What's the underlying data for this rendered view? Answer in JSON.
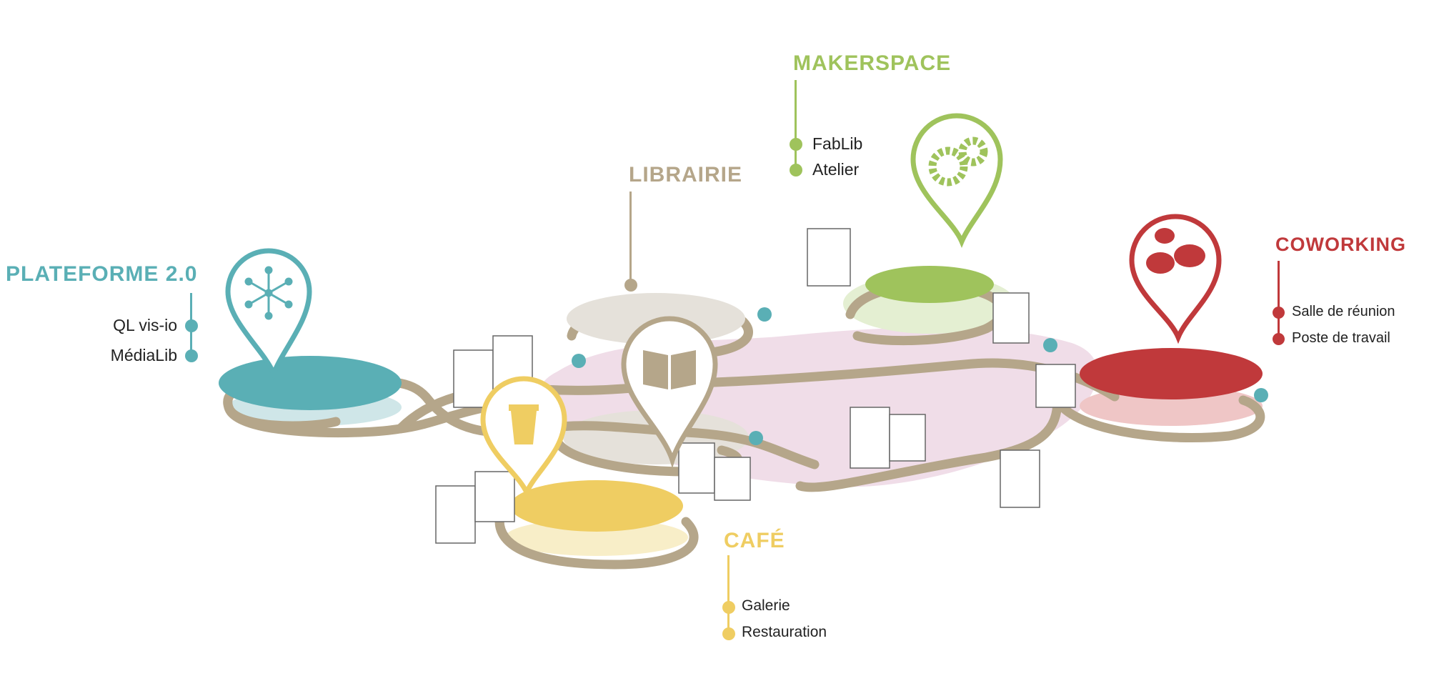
{
  "colors": {
    "plateforme": "#5aafb5",
    "librairie": "#b5a68a",
    "makerspace": "#9fc35c",
    "cafe": "#efcd62",
    "coworking": "#c0393b",
    "track": "#b5a68a",
    "commons": "#ecd4e2"
  },
  "zones": {
    "plateforme": {
      "title": "PLATEFORME 2.0",
      "items": [
        "QL vis-io",
        "MédiaLib"
      ],
      "icon": "network-icon"
    },
    "librairie": {
      "title": "LIBRAIRIE",
      "items": [],
      "icon": "open-book-icon"
    },
    "makerspace": {
      "title": "MAKERSPACE",
      "items": [
        "FabLib",
        "Atelier"
      ],
      "icon": "gears-icon"
    },
    "cafe": {
      "title": "CAFÉ",
      "items": [
        "Galerie",
        "Restauration"
      ],
      "icon": "coffee-cup-icon"
    },
    "coworking": {
      "title": "COWORKING",
      "items": [
        "Salle de réunion",
        "Poste de travail"
      ],
      "icon": "speech-bubbles-icon"
    }
  }
}
